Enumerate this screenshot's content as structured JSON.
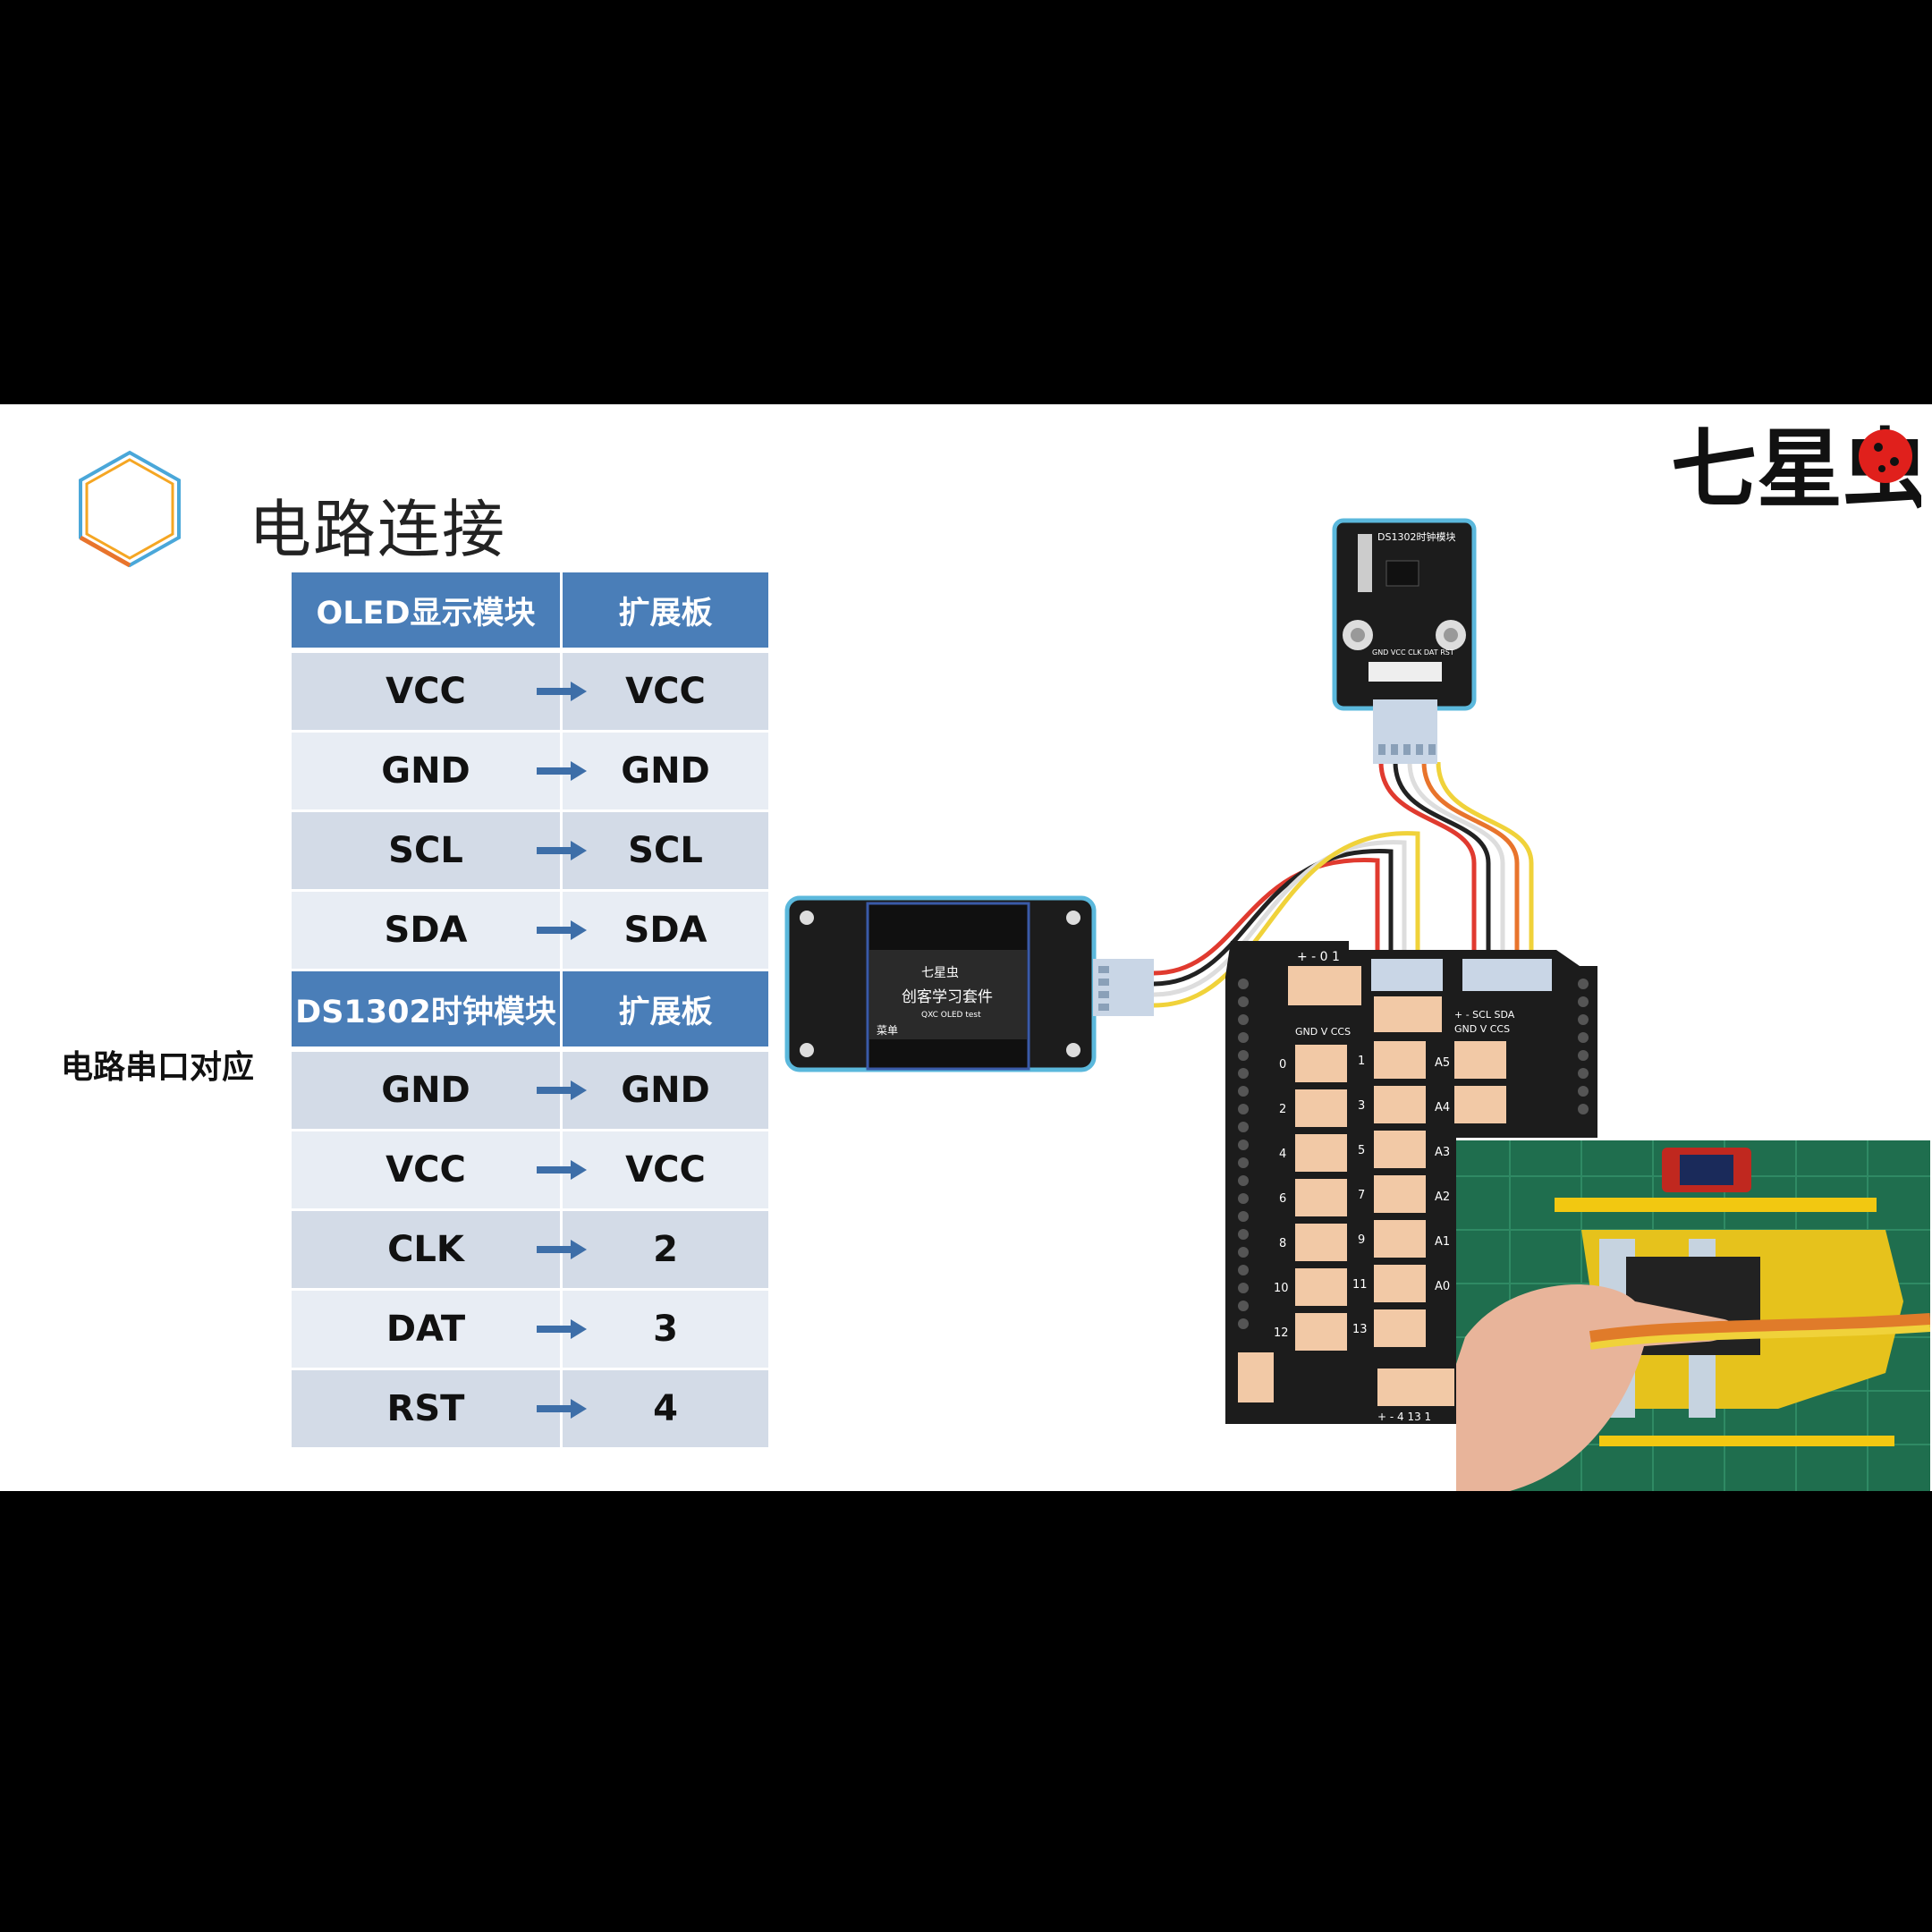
{
  "slide": {
    "title": "电路连接",
    "side_label": "电路串口对应"
  },
  "brand": {
    "text": "七星虫"
  },
  "table": {
    "oled_header": [
      "OLED显示模块",
      "扩展板"
    ],
    "oled_rows": [
      [
        "VCC",
        "VCC"
      ],
      [
        "GND",
        "GND"
      ],
      [
        "SCL",
        "SCL"
      ],
      [
        "SDA",
        "SDA"
      ]
    ],
    "ds_header": [
      "DS1302时钟模块",
      "扩展板"
    ],
    "ds_rows": [
      [
        "GND",
        "GND"
      ],
      [
        "VCC",
        "VCC"
      ],
      [
        "CLK",
        "2"
      ],
      [
        "DAT",
        "3"
      ],
      [
        "RST",
        "4"
      ]
    ]
  },
  "diagram": {
    "ds1302_module_label": "DS1302时钟模块",
    "ds1302_pins": "GND VCC CLK DAT RST",
    "oled_screen_brand": "七星虫",
    "oled_screen_title": "创客学习套件",
    "oled_screen_sub": "QXC OLED test",
    "oled_screen_menu": "菜单",
    "board_top_digits": "+ - 0 1",
    "board_i2c_label": "+ - SCL SDA",
    "board_gvc": "GND V CCS",
    "board_left_nums": [
      "0",
      "2",
      "4",
      "6",
      "8",
      "10",
      "12"
    ],
    "board_mid_nums": [
      "1",
      "3",
      "5",
      "7",
      "9",
      "11",
      "13"
    ],
    "board_analog": [
      "A5",
      "A4",
      "A3",
      "A2",
      "A1",
      "A0"
    ],
    "board_bottom": "+ - 4 13 1"
  },
  "colors": {
    "header_blue": "#4a7eb8",
    "row_dark": "#d3dbe7",
    "row_light": "#e8edf4",
    "module_blue": "#5bb8dc",
    "board_black": "#1c1c1c",
    "connector": "#f2c9a6",
    "wire_red": "#e03a2f",
    "wire_black": "#222222",
    "wire_white": "#dddddd",
    "wire_yellow": "#f0d23a"
  }
}
